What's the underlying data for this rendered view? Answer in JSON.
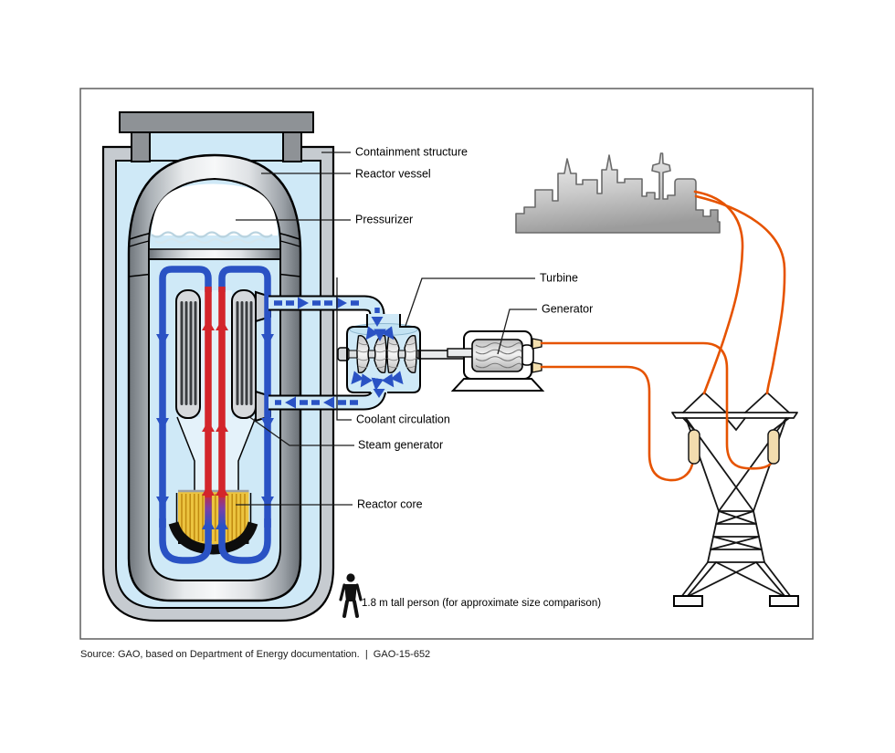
{
  "diagram": {
    "labels": {
      "containment_structure": "Containment structure",
      "reactor_vessel": "Reactor vessel",
      "pressurizer": "Pressurizer",
      "turbine": "Turbine",
      "generator": "Generator",
      "coolant_circulation": "Coolant circulation",
      "steam_generator": "Steam generator",
      "reactor_core": "Reactor core"
    },
    "scale_note": "1.8 m tall person (for approximate size comparison)",
    "source_line": "Source: GAO, based on Department of Energy documentation.  |  GAO-15-652",
    "colors": {
      "hot_flow_red": "#d3252b",
      "cold_flow_blue": "#2a52c4",
      "water_light_blue": "#cfe9f7",
      "power_line_orange": "#e65300",
      "core_yellow": "#ecc440",
      "containment_gray": "#c6cbd0",
      "cap_dark_gray": "#8e9296",
      "insulator_tan": "#f2dcae"
    },
    "icons": {
      "person": "person-icon",
      "city": "city-skyline-icon",
      "tower": "transmission-tower-icon"
    }
  }
}
